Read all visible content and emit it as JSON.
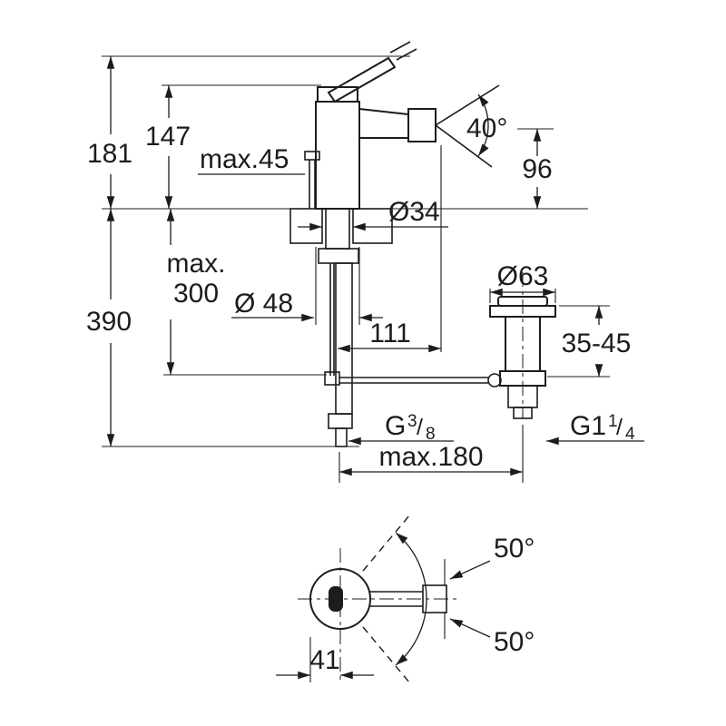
{
  "drawing": {
    "kind": "installation-dimension-diagram",
    "colors": {
      "ink": "#1c1c1c",
      "background": "#ffffff"
    },
    "labels": {
      "h181": "181",
      "h147": "147",
      "max45": "max.45",
      "angle40": "40°",
      "h96": "96",
      "dia34": "Ø34",
      "max300a": "max.",
      "max300b": "300",
      "h390": "390",
      "dia48": "Ø 48",
      "w111": "111",
      "dia63": "Ø63",
      "range3545": "35-45",
      "g38": {
        "g": "G",
        "n": "3",
        "s": "/",
        "d": "8"
      },
      "g114": {
        "g": "G1",
        "n": "1",
        "s": "/",
        "d": "4"
      },
      "max180": "max.180",
      "angle50a": "50°",
      "angle50b": "50°",
      "w41": "41"
    }
  }
}
